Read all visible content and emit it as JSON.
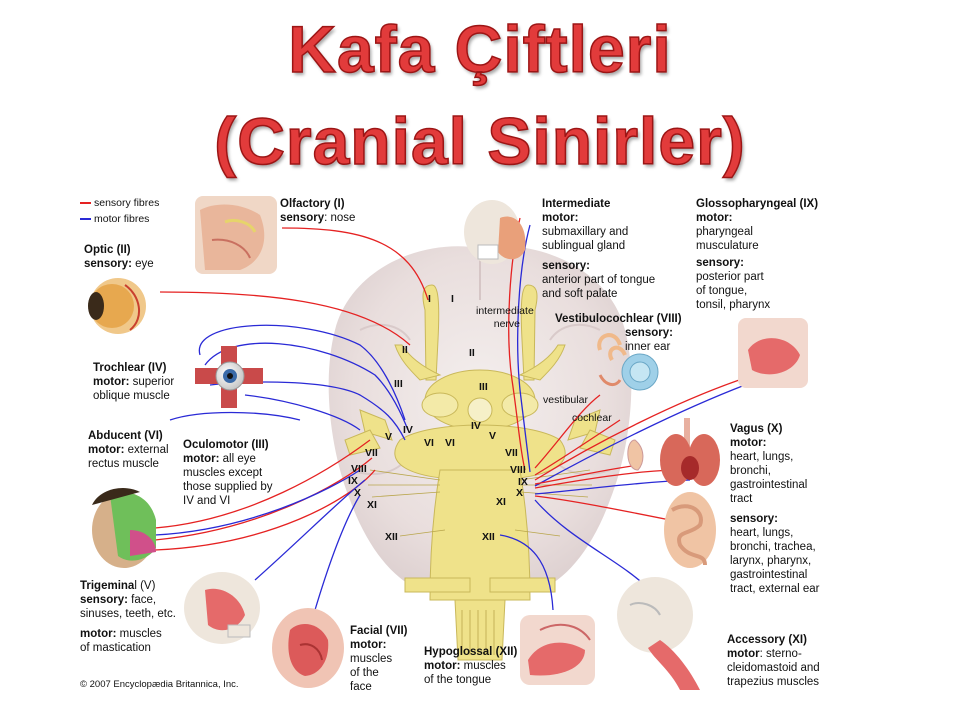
{
  "title": {
    "line1": "Kafa Çiftleri",
    "line2": "(Cranial Sinirler)"
  },
  "colors": {
    "sensory": "#e52222",
    "motor": "#2a2ad6",
    "nerve": "#efe28a",
    "title": "#e23b3b"
  },
  "legend": {
    "sensory": "sensory fibres",
    "motor": "motor fibres"
  },
  "nerves": {
    "olfactory": {
      "name": "Olfactory (I)",
      "sensory_label": "sensory",
      "sensory_text": ": nose"
    },
    "optic": {
      "name": "Optic (II)",
      "sensory_label": "sensory:",
      "sensory_text": " eye"
    },
    "trochlear": {
      "name": "Trochlear (IV)",
      "motor_label": "motor:",
      "motor_text_1": " superior",
      "motor_text_2": "oblique muscle"
    },
    "abducent": {
      "name": "Abducent (VI)",
      "motor_label": "motor:",
      "motor_text_1": " external",
      "motor_text_2": "rectus muscle"
    },
    "oculomotor": {
      "name": "Oculomotor (III)",
      "motor_label": "motor:",
      "motor_text_1": " all eye",
      "motor_text_2": "muscles except",
      "motor_text_3": "those supplied by",
      "motor_text_4": "IV and VI"
    },
    "trigeminal": {
      "name_a": "Trigemina",
      "name_b": "l (V)",
      "sensory_label": "sensory:",
      "sensory_text_1": " face,",
      "sensory_text_2": "sinuses, teeth, etc.",
      "motor_label": "motor:",
      "motor_text_1": " muscles",
      "motor_text_2": "of mastication"
    },
    "facial": {
      "name": "Facial (VII)",
      "motor_label": "motor:",
      "motor_text_1": "muscles",
      "motor_text_2": "of the",
      "motor_text_3": "face"
    },
    "hypoglossal": {
      "name": "Hypoglossal (XII)",
      "motor_label": "motor:",
      "motor_text_1": " muscles",
      "motor_text_2": "of the tongue"
    },
    "accessory": {
      "name": "Accessory (XI)",
      "motor_label": "motor",
      "motor_text_1": ": sterno-",
      "motor_text_2": "cleidomastoid and",
      "motor_text_3": "trapezius muscles"
    },
    "intermediate": {
      "name": "Intermediate",
      "motor_label": "motor:",
      "motor_text_1": "submaxillary and",
      "motor_text_2": "sublingual gland",
      "sensory_label": "sensory:",
      "sensory_text_1": "anterior part of tongue",
      "sensory_text_2": "and soft palate"
    },
    "glossopharyngeal": {
      "name": "Glossopharyngeal (IX)",
      "motor_label": "motor:",
      "motor_text_1": "pharyngeal",
      "motor_text_2": "musculature",
      "sensory_label": "sensory:",
      "sensory_text_1": "posterior part",
      "sensory_text_2": "of tongue,",
      "sensory_text_3": "tonsil, pharynx"
    },
    "vestibulocochlear": {
      "name": "Vestibulocochlear (VIII)",
      "sensory_label": "sensory:",
      "sensory_text": "inner ear"
    },
    "vagus": {
      "name": "Vagus (X)",
      "motor_label": "motor:",
      "motor_text_1": "heart, lungs,",
      "motor_text_2": "bronchi,",
      "motor_text_3": "gastrointestinal",
      "motor_text_4": "tract",
      "sensory_label": "sensory:",
      "sensory_text_1": "heart, lungs,",
      "sensory_text_2": "bronchi, trachea,",
      "sensory_text_3": "larynx, pharynx,",
      "sensory_text_4": "gastrointestinal",
      "sensory_text_5": "tract, external ear"
    }
  },
  "small_labels": {
    "intermediate_nerve_1": "intermediate",
    "intermediate_nerve_2": "nerve",
    "vestibular": "vestibular",
    "cochlear": "cochlear"
  },
  "numerals": {
    "I": "I",
    "II": "II",
    "III": "III",
    "IV": "IV",
    "V": "V",
    "VI": "VI",
    "VII": "VII",
    "VIII": "VIII",
    "IX": "IX",
    "X": "X",
    "XI": "XI",
    "XII": "XII"
  },
  "copyright": "© 2007 Encyclopædia Britannica, Inc."
}
